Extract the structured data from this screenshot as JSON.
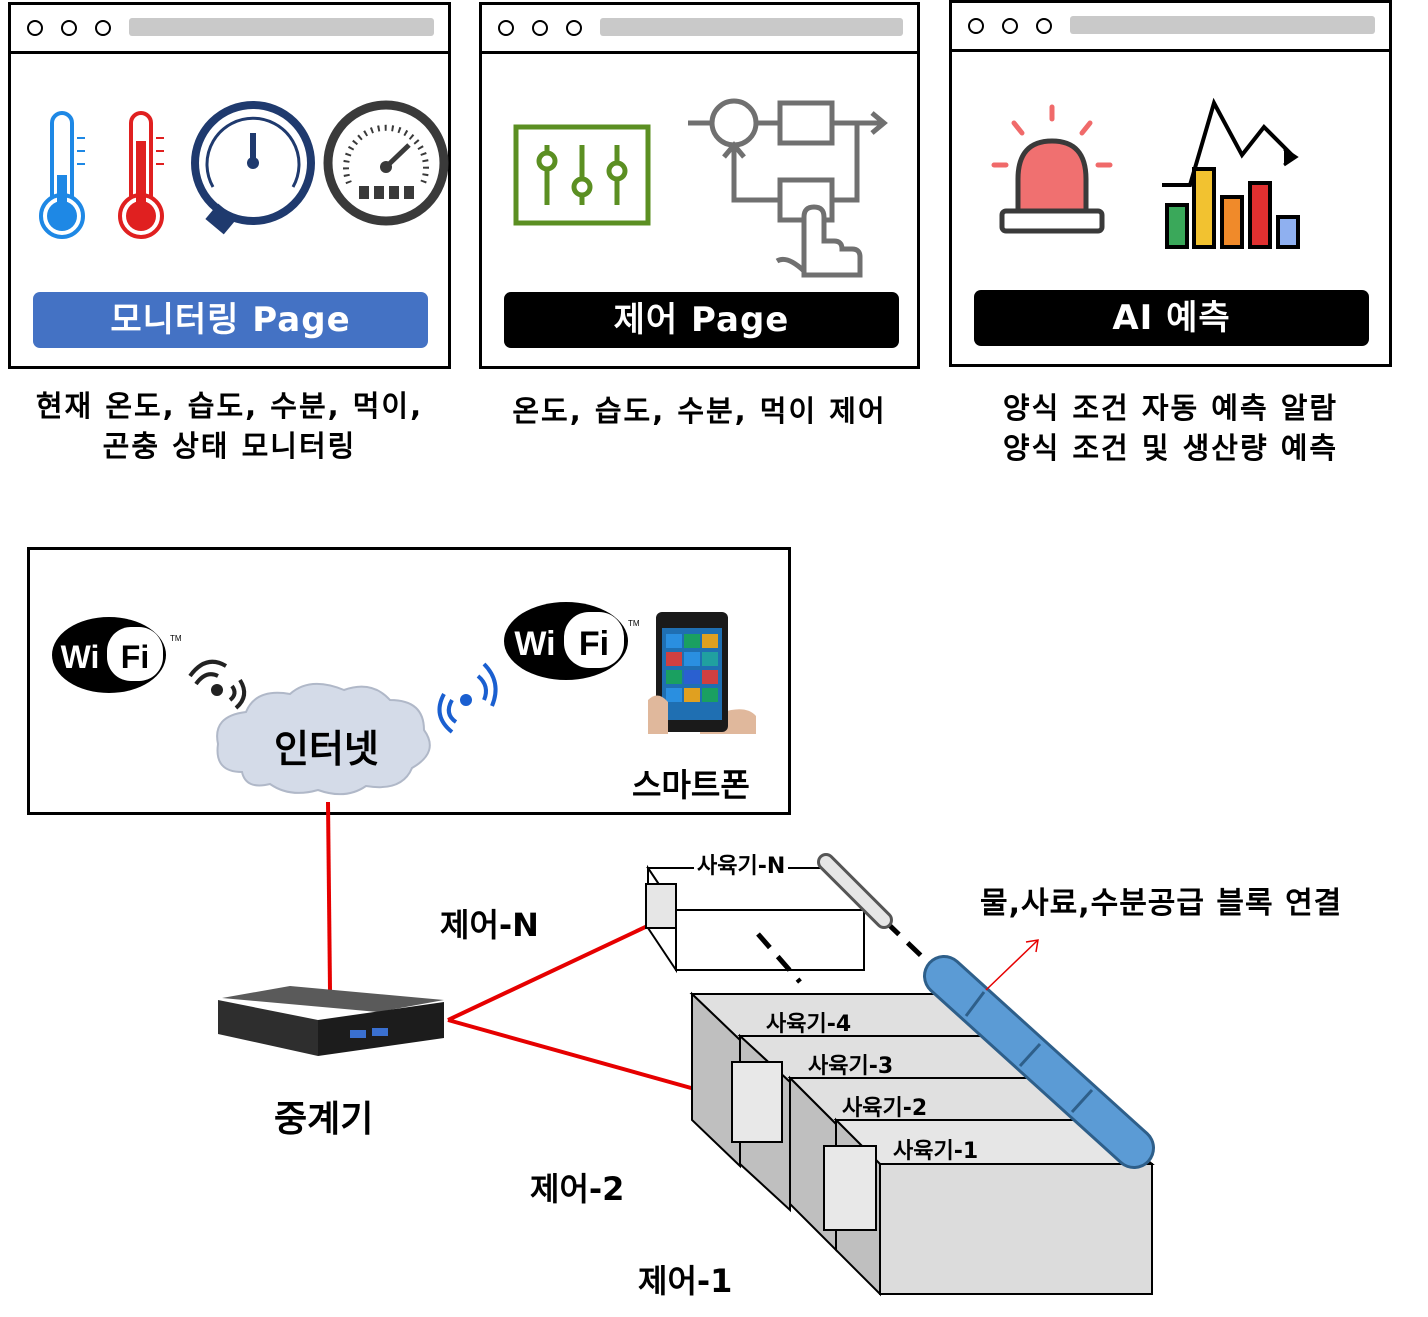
{
  "panels": [
    {
      "button_label": "모니터링 Page",
      "button_color": "#4472c4",
      "caption_lines": [
        "현재 온도, 습도, 수분, 먹이,",
        "곤충 상태 모니터링"
      ]
    },
    {
      "button_label": "제어 Page",
      "button_color": "#000000",
      "caption_lines": [
        "온도, 습도, 수분, 먹이 제어"
      ]
    },
    {
      "button_label": "AI 예측",
      "button_color": "#000000",
      "caption_lines": [
        "양식 조건 자동 예측 알람",
        "양식 조건 및 생산량 예측"
      ]
    }
  ],
  "network": {
    "cloud_label": "인터넷",
    "smartphone_label": "스마트폰",
    "wifi_text": [
      "Wi",
      "Fi"
    ],
    "wifi_tm": "TM"
  },
  "relay_label": "중계기",
  "control_labels": {
    "n": "제어-N",
    "two": "제어-2",
    "one": "제어-1"
  },
  "units": {
    "n": "사육기-N",
    "four": "사육기-4",
    "three": "사육기-3",
    "two": "사육기-2",
    "one": "사육기-1"
  },
  "supply_label": "물,사료,수분공급 블록 연결",
  "colors": {
    "link": "#e60000",
    "pipe": "#5b9bd5",
    "unit_fill": "#d9d9d9",
    "monitor_btn": "#4472c4"
  }
}
